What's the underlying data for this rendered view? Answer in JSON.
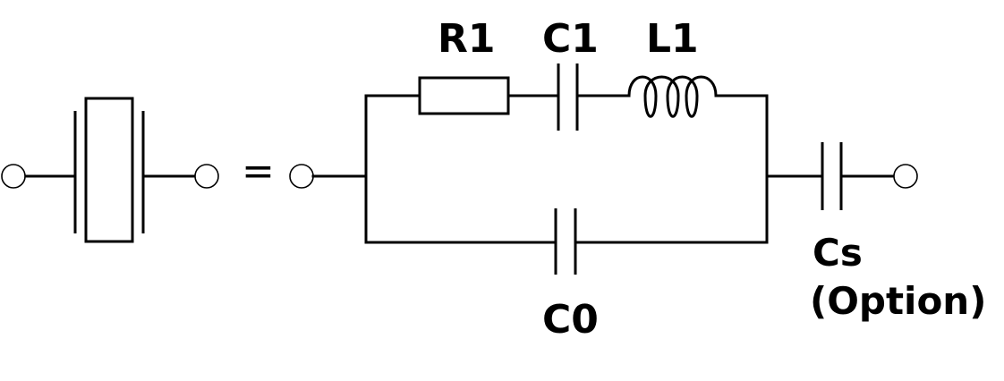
{
  "diagram": {
    "equals": "=",
    "components": {
      "r1": "R1",
      "c1": "C1",
      "l1": "L1",
      "c0": "C0",
      "cs": "Cs",
      "cs_note": "(Option)"
    }
  }
}
